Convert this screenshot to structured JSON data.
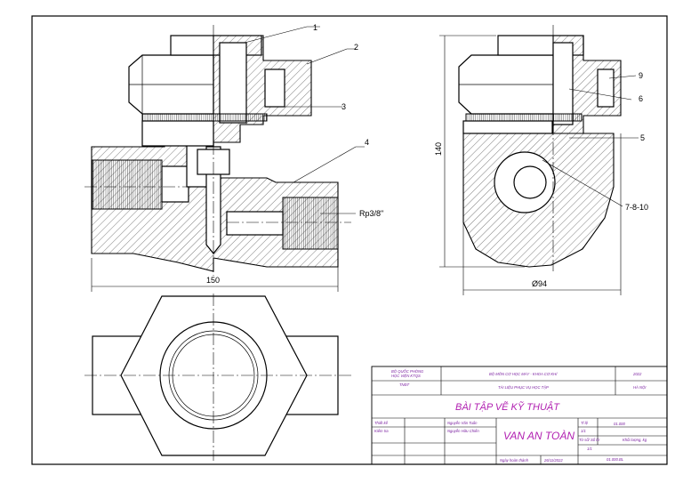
{
  "part_labels": {
    "p1": "1",
    "p2": "2",
    "p3": "3",
    "p4": "4",
    "p5": "5",
    "p6": "6",
    "p9": "9",
    "p7810": "7-8-10"
  },
  "dimensions": {
    "length": "150",
    "height": "140",
    "diameter": "Ø94",
    "thread": "Rp3/8\""
  },
  "title_block": {
    "org_line1": "BỘ QUỐC PHÒNG",
    "org_line2": "HỌC VIỆN KTQS",
    "org_line3": "TNĐT",
    "dept": "BỘ MÔN CƠ HỌC MÁY - KHOA CƠ KHÍ",
    "subtitle": "TÀI LIỆU PHỤC VỤ HỌC TẬP",
    "year": "2022",
    "city": "HÀ NỘI",
    "main_title": "BÀI TẬP VẼ KỸ THUẬT",
    "role_design": "Thiết kế",
    "role_check": "Kiểm tra",
    "designer": "Nguyễn Văn Tuấn",
    "checker": "Nguyễn Hữu Chiến",
    "drawing_name": "VAN AN TOÀN",
    "scale_label": "Tỉ lệ",
    "scale_value": "1/1",
    "code1": "01.000",
    "sheet_label": "Tờ số/ Số tờ",
    "sheet_value": "1/1",
    "mass": "Khối lượng, kg",
    "done_label": "Ngày hoàn thành",
    "done_date": "26/11/2022",
    "code2": "01.000.BL"
  }
}
